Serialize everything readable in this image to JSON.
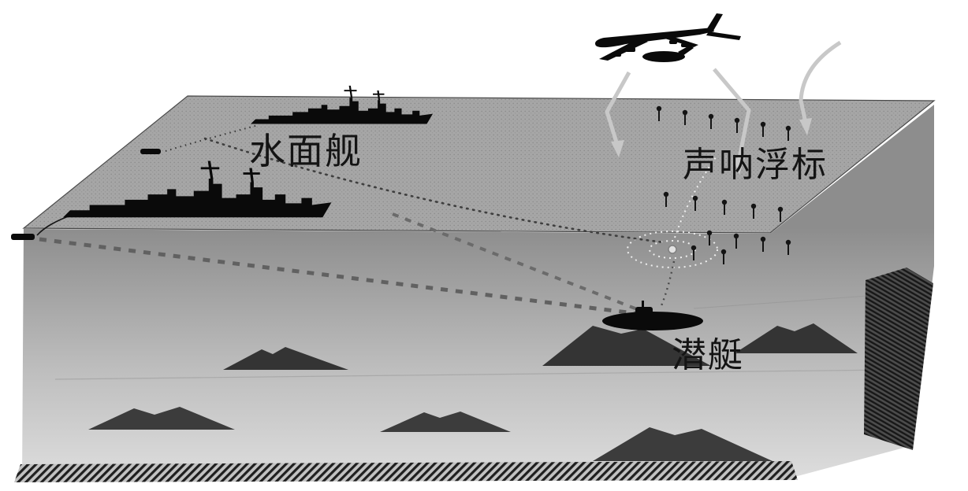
{
  "figure": {
    "labels": {
      "surface_ship": "水面舰",
      "sonobuoy": "声呐浮标",
      "submarine": "潜艇"
    },
    "icons": [
      "maritime-patrol-aircraft-icon",
      "surface-ship-icon",
      "sonobuoy-icon",
      "submarine-icon",
      "seamount-icon",
      "towed-array-icon"
    ],
    "colors": {
      "background": "#ffffff",
      "sea_surface": "#a6a6a6",
      "underwater_top": "#8d8d8d",
      "underwater_bottom": "#dedede",
      "terrain": "#343434",
      "silhouette": "#0a0a0a",
      "dashed_line": "#616161",
      "light_arrow": "#c8c8c8",
      "label_text": "#141414"
    }
  }
}
